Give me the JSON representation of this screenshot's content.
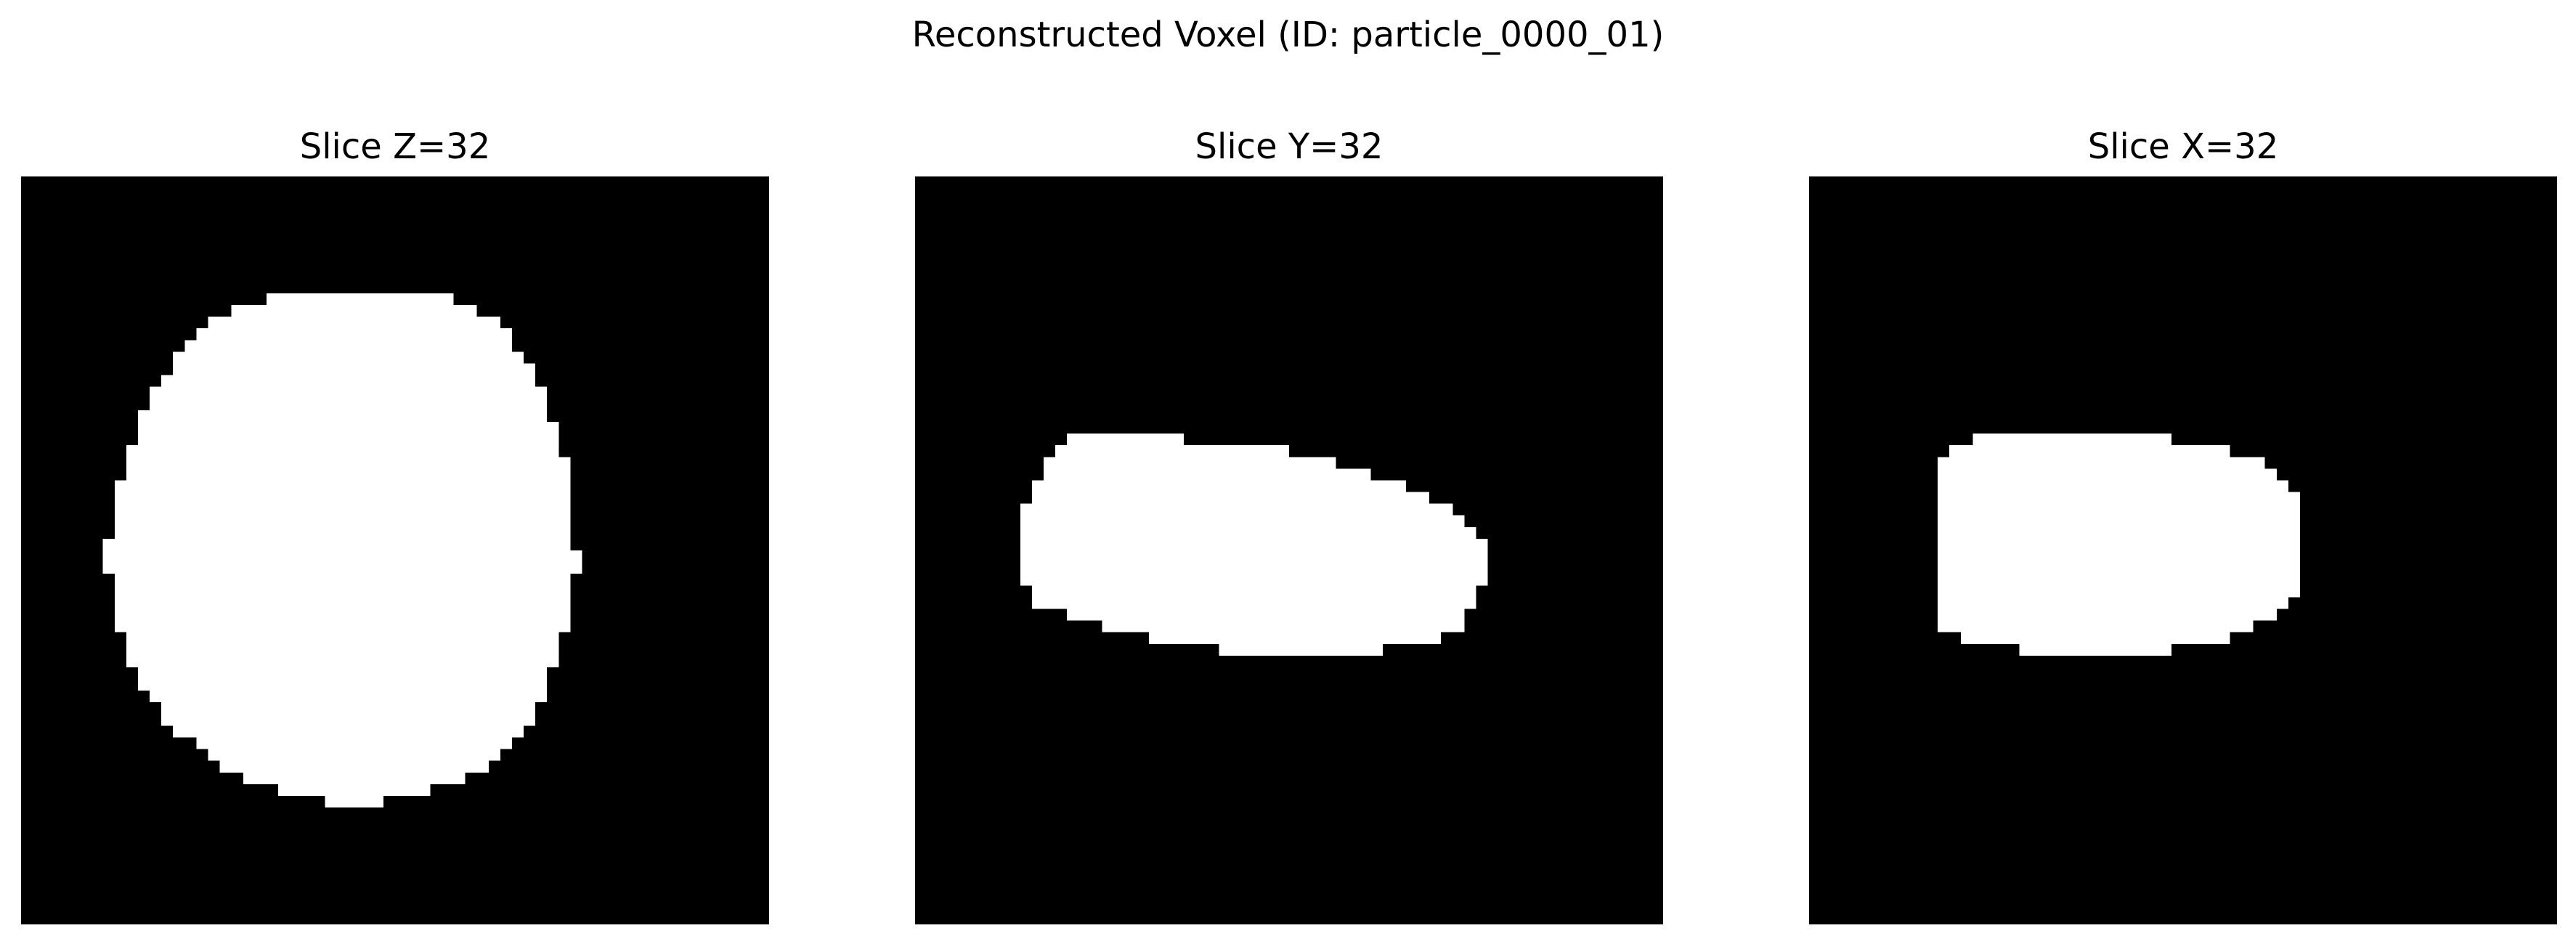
{
  "figure": {
    "title": "Reconstructed Voxel (ID: particle_0000_01)"
  },
  "panels": [
    {
      "title": "Slice Z=32",
      "axis": "Z",
      "index": 32
    },
    {
      "title": "Slice Y=32",
      "axis": "Y",
      "index": 32
    },
    {
      "title": "Slice X=32",
      "axis": "X",
      "index": 32
    }
  ],
  "image": {
    "grid_size": 64,
    "background_color": "#000000",
    "foreground_color": "#ffffff",
    "colormap": "gray (binary)"
  }
}
